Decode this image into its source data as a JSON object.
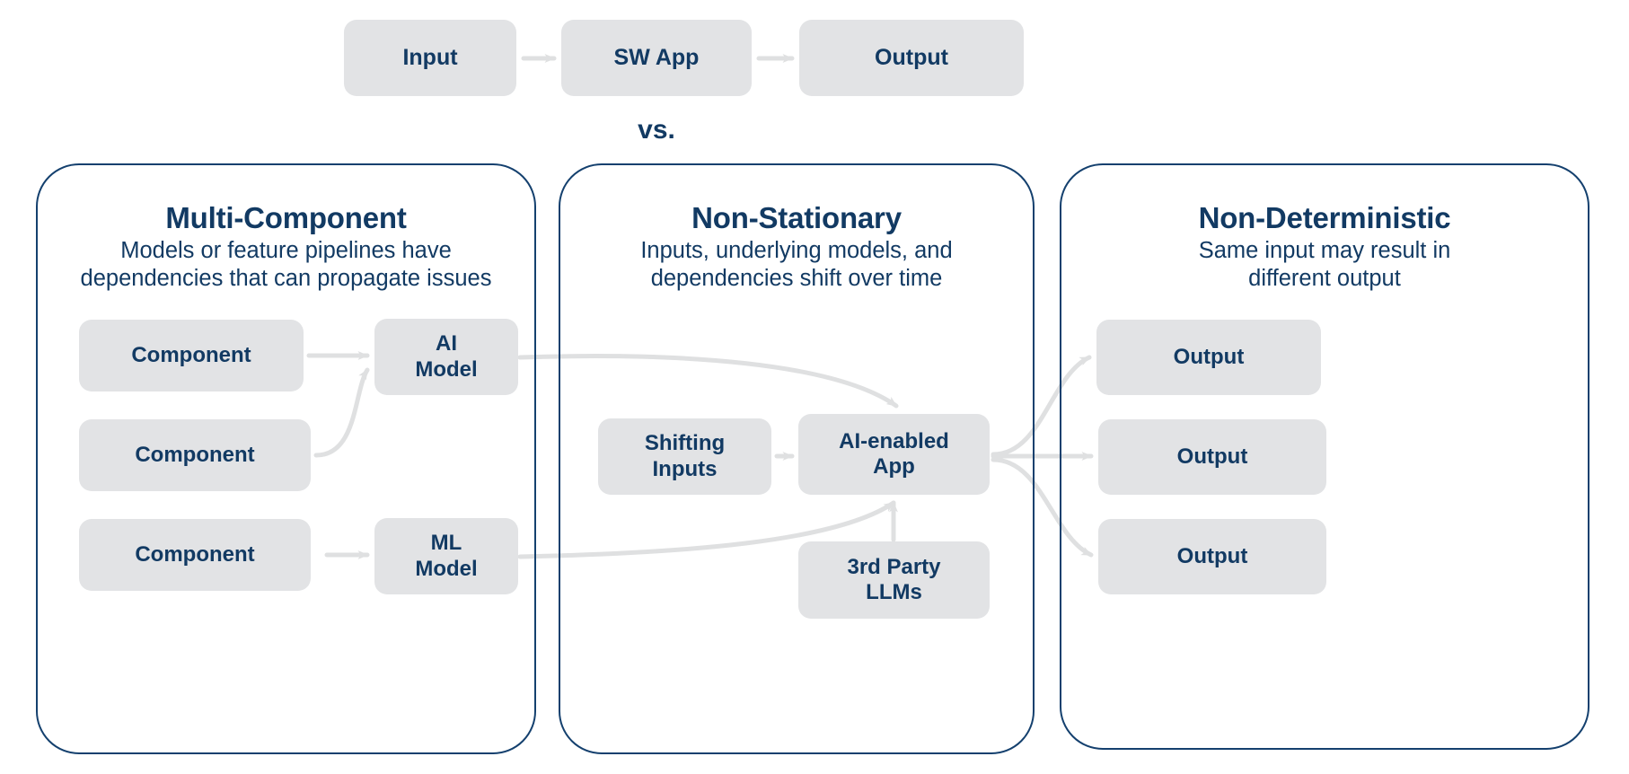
{
  "diagram": {
    "colors": {
      "navy": "#123a63",
      "panel_border": "#14406e",
      "box_fill": "#e2e3e5",
      "arrow": "#dfe0e1",
      "background": "#ffffff"
    },
    "top_flow": {
      "nodes": [
        {
          "id": "input",
          "label": "Input"
        },
        {
          "id": "sw-app",
          "label": "SW App"
        },
        {
          "id": "output",
          "label": "Output"
        }
      ],
      "connector_icon": "arrow-right-icon",
      "comparator": "vs."
    },
    "panels": [
      {
        "id": "multi-component",
        "title": "Multi-Component",
        "subtitle": "Models or feature pipelines have dependencies that can propagate issues",
        "subtitle_lines": [
          "Models or feature pipelines have",
          "dependencies that can propagate issues"
        ],
        "nodes": [
          {
            "id": "component-1",
            "label": "Component"
          },
          {
            "id": "component-2",
            "label": "Component"
          },
          {
            "id": "component-3",
            "label": "Component"
          },
          {
            "id": "ai-model",
            "label": "AI Model",
            "lines": [
              "AI",
              "Model"
            ]
          },
          {
            "id": "ml-model",
            "label": "ML Model",
            "lines": [
              "ML",
              "Model"
            ]
          }
        ],
        "edges": [
          {
            "from": "component-1",
            "to": "ai-model"
          },
          {
            "from": "component-2",
            "to": "ai-model"
          },
          {
            "from": "component-3",
            "to": "ml-model"
          }
        ]
      },
      {
        "id": "non-stationary",
        "title": "Non-Stationary",
        "subtitle": "Inputs, underlying models, and dependencies shift over time",
        "subtitle_lines": [
          "Inputs, underlying models, and",
          "dependencies shift over time"
        ],
        "nodes": [
          {
            "id": "shifting-inputs",
            "label": "Shifting Inputs",
            "lines": [
              "Shifting",
              "Inputs"
            ]
          },
          {
            "id": "ai-enabled-app",
            "label": "AI-enabled App",
            "lines": [
              "AI-enabled",
              "App"
            ]
          },
          {
            "id": "third-party-llms",
            "label": "3rd Party LLMs",
            "lines": [
              "3rd Party",
              "LLMs"
            ]
          }
        ],
        "edges": [
          {
            "from": "shifting-inputs",
            "to": "ai-enabled-app"
          },
          {
            "from": "third-party-llms",
            "to": "ai-enabled-app"
          },
          {
            "from": "ai-model",
            "to": "ai-enabled-app"
          },
          {
            "from": "ml-model",
            "to": "ai-enabled-app"
          }
        ]
      },
      {
        "id": "non-deterministic",
        "title": "Non-Deterministic",
        "subtitle": "Same input may result in different output",
        "subtitle_lines": [
          "Same input may result in",
          "different output"
        ],
        "nodes": [
          {
            "id": "output-1",
            "label": "Output"
          },
          {
            "id": "output-2",
            "label": "Output"
          },
          {
            "id": "output-3",
            "label": "Output"
          }
        ],
        "edges": [
          {
            "from": "ai-enabled-app",
            "to": "output-1"
          },
          {
            "from": "ai-enabled-app",
            "to": "output-2"
          },
          {
            "from": "ai-enabled-app",
            "to": "output-3"
          }
        ]
      }
    ]
  }
}
